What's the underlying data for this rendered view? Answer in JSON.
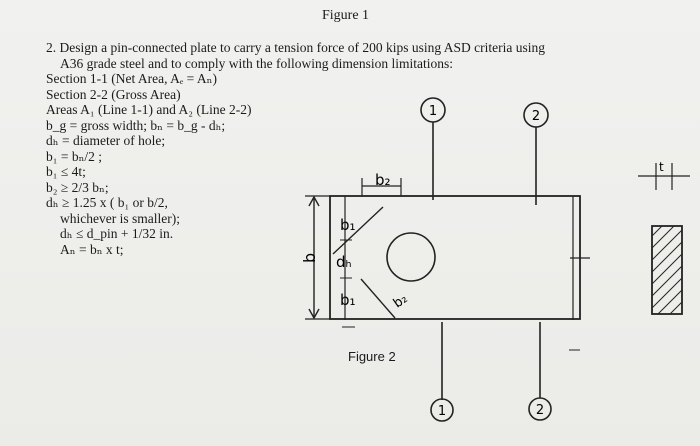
{
  "figure1_title": "Figure 1",
  "figure2_title": "Figure 2",
  "problem": {
    "line1": "2. Design a pin-connected plate to carry a tension force of 200 kips using ASD criteria using",
    "line2": "A36 grade steel and to comply with the following dimension limitations:",
    "items": [
      "Section 1-1 (Net Area, Aₑ = Aₙ)",
      "Section 2-2 (Gross Area)",
      "Areas A₁ (Line 1-1) and A₂ (Line 2-2)",
      "b_g = gross width;  bₙ = b_g - dₕ;",
      "dₕ = diameter of hole;",
      "b₁ = bₙ/2 ;",
      "b₁ ≤ 4t;",
      "b₂ ≥ 2/3 bₙ;",
      "dₕ ≥ 1.25 x ( b₁ or b/2,",
      "whichever is smaller);",
      "dₕ ≤ d_pin + 1/32 in.",
      "Aₙ = bₙ x t;"
    ]
  },
  "sketch": {
    "section1_top": "1",
    "section2_top": "2",
    "section1_bottom": "1",
    "section2_bottom": "2",
    "b_label": "b",
    "b1_label": "b₁",
    "b1_label_lower": "b₁",
    "b2_label": "b₂",
    "b2_label_diag": "b₂",
    "dh_label": "dₕ",
    "t_label": "t"
  }
}
